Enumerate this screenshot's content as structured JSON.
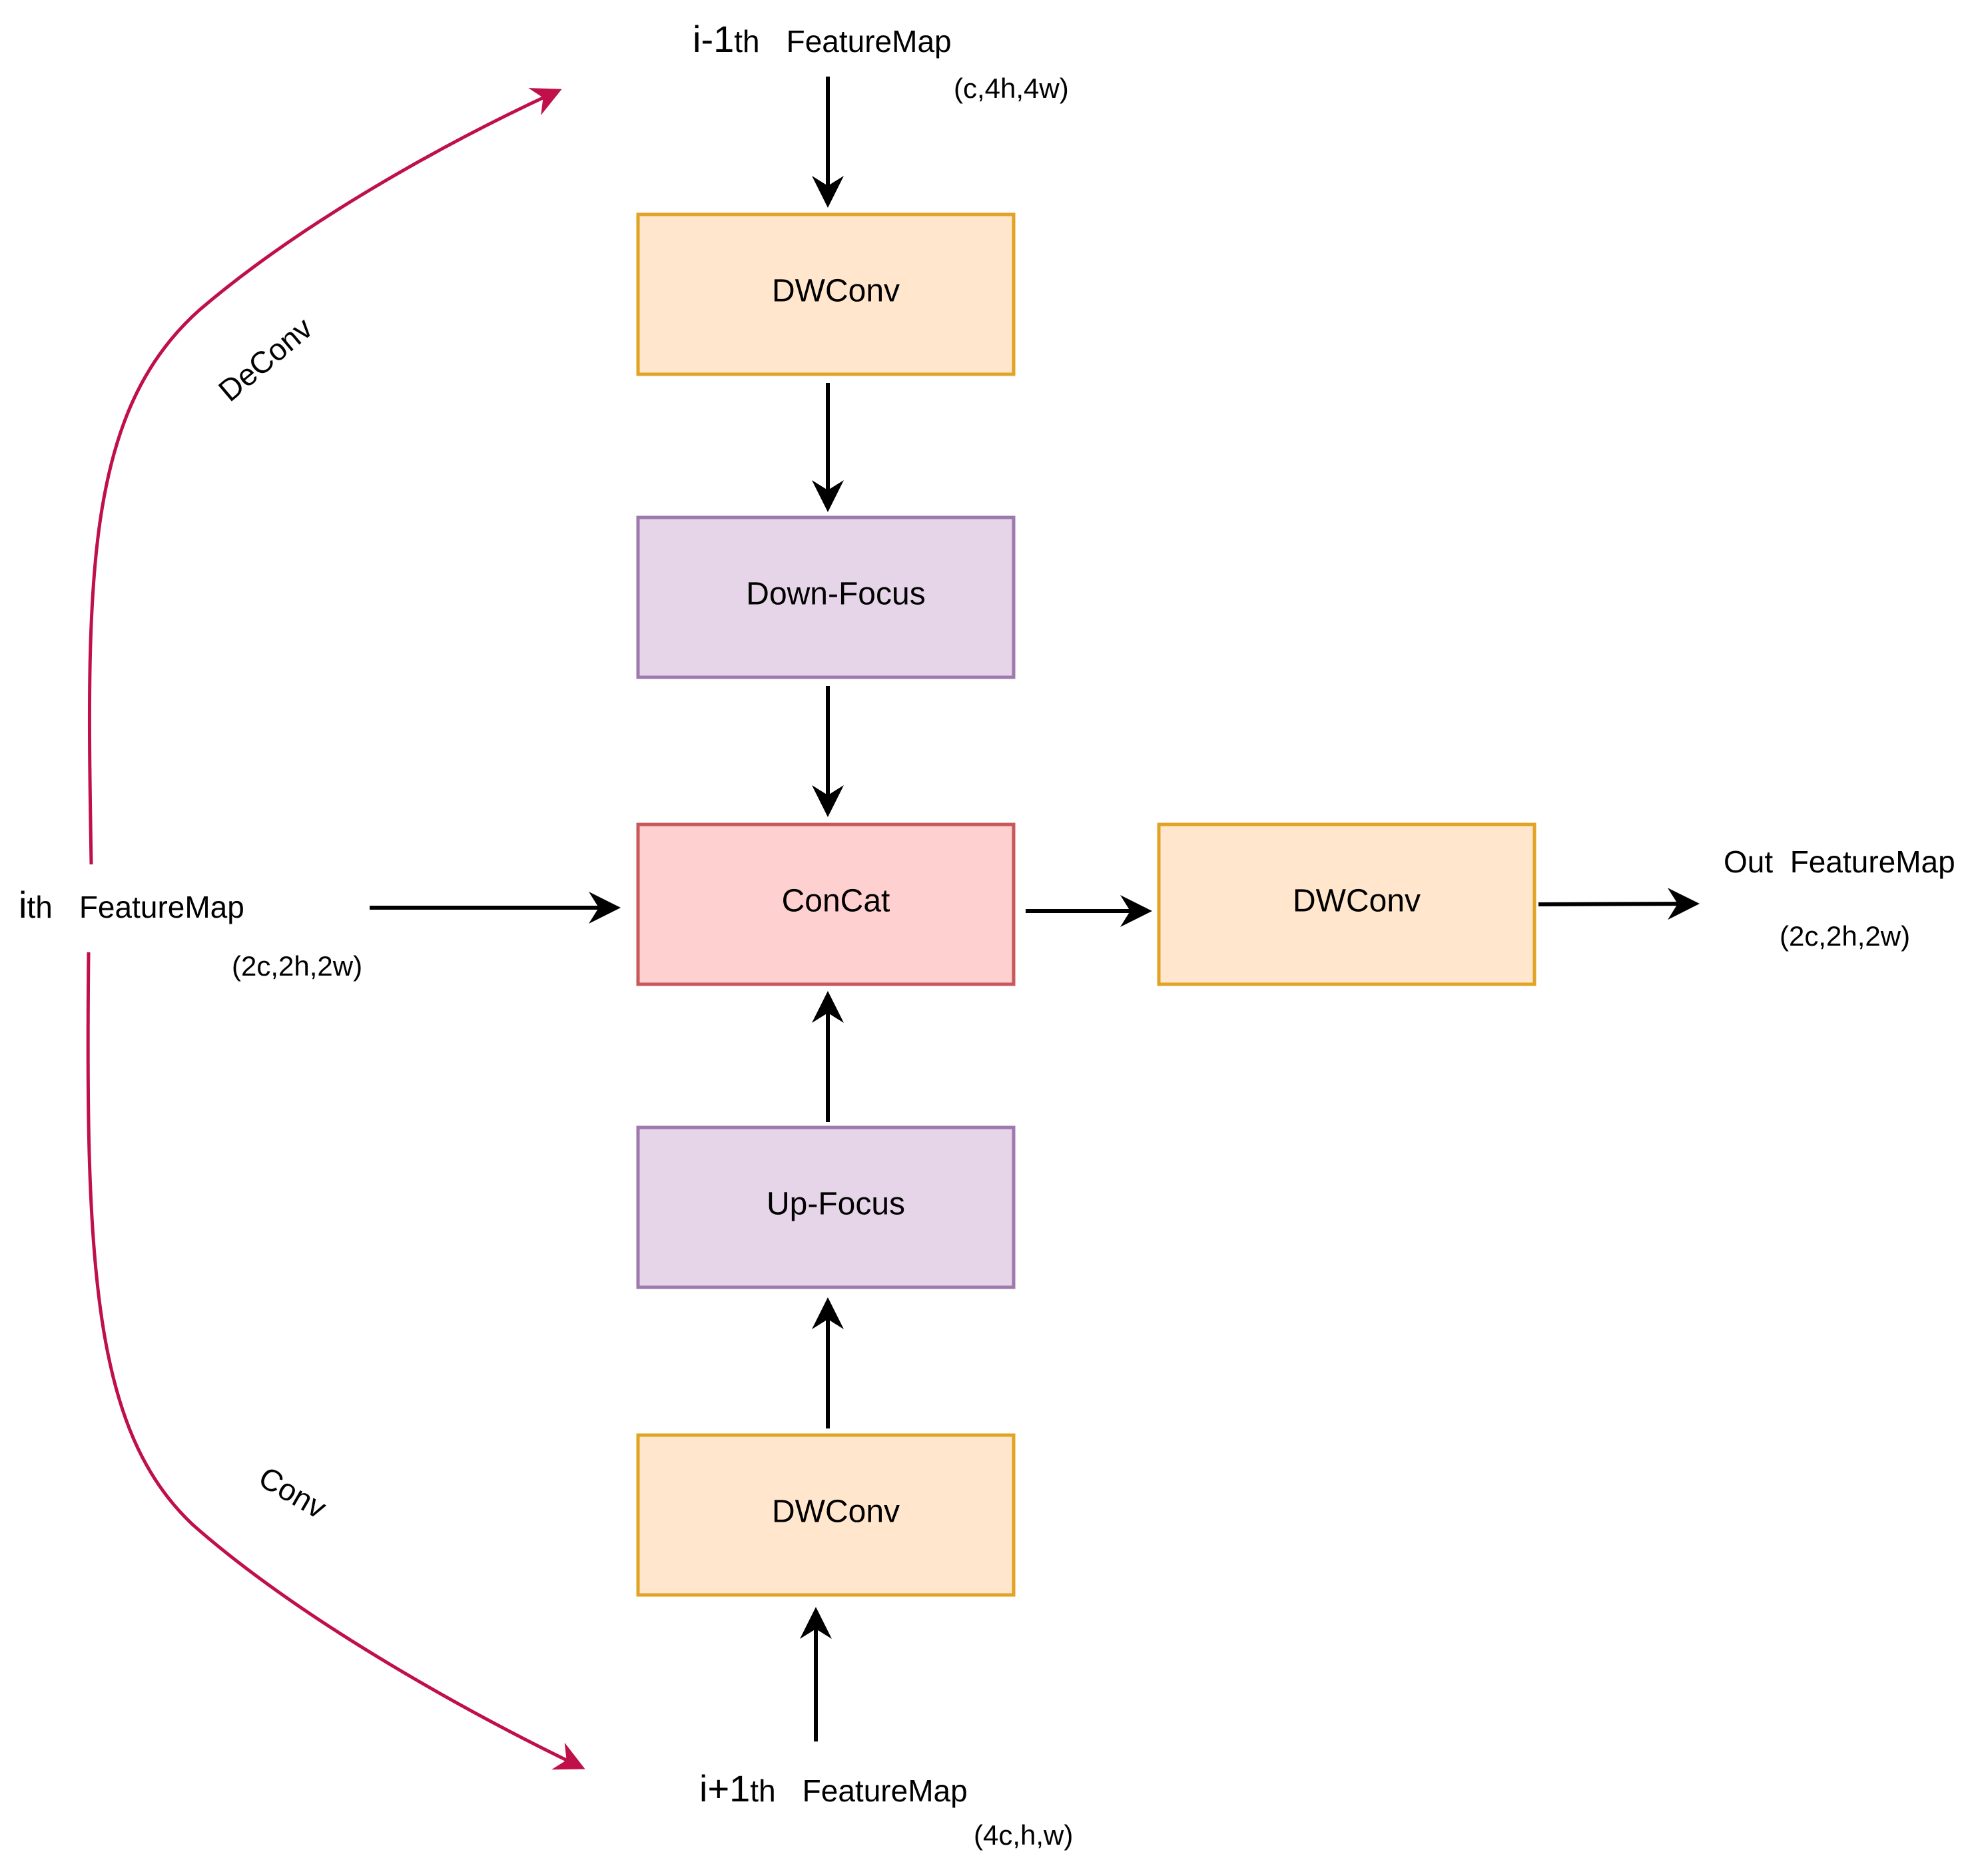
{
  "colors": {
    "dwconv_fill": "#ffe6cc",
    "dwconv_stroke": "#e2a325",
    "focus_fill": "#e6d5e8",
    "focus_stroke": "#9e79ad",
    "concat_fill": "#ffd0d0",
    "concat_stroke": "#c8595a",
    "curve": "#c0104a",
    "arrow": "#000000"
  },
  "nodes": {
    "dwconv_top": "DWConv",
    "down_focus": "Down-Focus",
    "concat": "ConCat",
    "up_focus": "Up-Focus",
    "dwconv_bottom": "DWConv",
    "dwconv_right": "DWConv"
  },
  "labels": {
    "prev_map": {
      "prefix": "i-1",
      "suffix": "th",
      "name": "FeatureMap",
      "shape": "(c,4h,4w)"
    },
    "cur_map": {
      "prefix": "i",
      "suffix": "th",
      "name": "FeatureMap",
      "shape": "(2c,2h,2w)"
    },
    "next_map": {
      "prefix": "i+1",
      "suffix": "th",
      "name": "FeatureMap",
      "shape": "(4c,h,w)"
    },
    "out_map": {
      "name": "Out  FeatureMap",
      "shape": "(2c,2h,2w)"
    }
  },
  "edges": {
    "deconv": "DeConv",
    "conv": "Conv"
  }
}
